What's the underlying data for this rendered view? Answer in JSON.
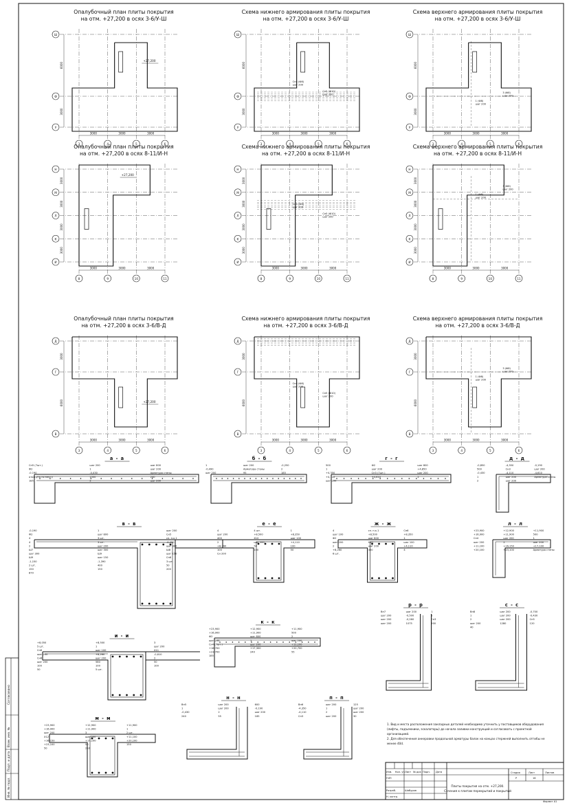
{
  "plans": [
    {
      "title": [
        "Опалубочный план плиты покрытия",
        "на отм. +27,200 в осях 3-6/У-Ш"
      ],
      "axes_x": [
        "3",
        "4",
        "5",
        "6"
      ],
      "axes_y": [
        "Ш",
        "Ф",
        "У"
      ],
      "mark": "+27,200",
      "spans": [
        "3000",
        "3000",
        "3000"
      ],
      "dims_y": [
        "6000",
        "3000"
      ]
    },
    {
      "title": [
        "Схема нижнего армирования плиты покрытия",
        "на отм. +27,200 в осях 3-6/У-Ш"
      ],
      "axes_x": [
        "3",
        "4",
        "5",
        "6"
      ],
      "axes_y": [
        "Ш",
        "Ф",
        "У"
      ],
      "spans": [
        "3000",
        "3000",
        "3000"
      ],
      "dims_y": [
        "6000",
        "3000"
      ]
    },
    {
      "title": [
        "Схема верхнего армирования плиты покрытия",
        "на отм. +27,200 в осях 3-6/У-Ш"
      ],
      "axes_x": [
        "3",
        "4",
        "5",
        "6"
      ],
      "axes_y": [
        "Ш",
        "Ф",
        "У"
      ],
      "spans": [
        "3000",
        "3000",
        "3000"
      ],
      "dims_y": [
        "6000",
        "3000"
      ]
    },
    {
      "title": [
        "Опалубочный план плиты покрытия",
        "на отм. +27,200 в осях 8-11/И-Н"
      ],
      "axes_x": [
        "8",
        "9",
        "10",
        "11"
      ],
      "axes_y": [
        "Н",
        "М",
        "Л",
        "К",
        "И"
      ],
      "mark": "+27,200",
      "spans": [
        "3000",
        "3000",
        "3000"
      ],
      "dims_y": [
        "3000",
        "3000",
        "3000",
        "3000"
      ]
    },
    {
      "title": [
        "Схема нижнего армирования плиты покрытия",
        "на отм. +27,200 в осях 8-11/И-Н"
      ],
      "axes_x": [
        "8",
        "9",
        "10",
        "11"
      ],
      "axes_y": [
        "Н",
        "М",
        "Л",
        "К",
        "И"
      ],
      "spans": [
        "3000",
        "3000",
        "3000"
      ],
      "dims_y": [
        "3000",
        "3000",
        "3000",
        "3000"
      ]
    },
    {
      "title": [
        "Схема верхнего армирования плиты покрытия",
        "на отм. +27,200 в осях 8-11/И-Н"
      ],
      "axes_x": [
        "8",
        "9",
        "10",
        "11"
      ],
      "axes_y": [
        "Н",
        "М",
        "Л",
        "К",
        "И"
      ],
      "spans": [
        "3000",
        "3000",
        "3000"
      ],
      "dims_y": [
        "3000",
        "3000",
        "3000",
        "3000"
      ]
    },
    {
      "title": [
        "Опалубочный план плиты покрытия",
        "на отм. +27,200 в осях 3-6/В-Д"
      ],
      "axes_x": [
        "3",
        "4",
        "5",
        "6"
      ],
      "axes_y": [
        "Д",
        "Г",
        "В"
      ],
      "mark": "+27,200",
      "spans": [
        "3000",
        "3000",
        "3000"
      ],
      "dims_y": [
        "3000",
        "6000"
      ]
    },
    {
      "title": [
        "Схема нижнего армирования плиты покрытия",
        "на отм. +27,200 в осях 3-6/В-Д"
      ],
      "axes_x": [
        "3",
        "4",
        "5",
        "6"
      ],
      "axes_y": [
        "Д",
        "Г",
        "В"
      ],
      "spans": [
        "3000",
        "3000",
        "3000"
      ],
      "dims_y": [
        "3000",
        "6000"
      ]
    },
    {
      "title": [
        "Схема верхнего армирования плиты покрытия",
        "на отм. +27,200 в осях 3-6/В-Д"
      ],
      "axes_x": [
        "3",
        "4",
        "5",
        "6"
      ],
      "axes_y": [
        "Д",
        "Г",
        "В"
      ],
      "spans": [
        "3000",
        "3000",
        "3000"
      ],
      "dims_y": [
        "3000",
        "6000"
      ]
    }
  ],
  "rebar_labels": {
    "bottom_a": [
      "Сн4 (Ф8)",
      "шаг 200"
    ],
    "bottom_b": [
      "Сн5 (Ф10)",
      "шаг 200"
    ],
    "top_a": [
      "1 (Ф8)",
      "шаг 200"
    ],
    "top_b": [
      "3 (Ф8)",
      "шаг 200"
    ]
  },
  "sections": {
    "a": {
      "title": "а - а",
      "labels": [
        "Сн5 (7шт.)",
        "шаг 200",
        "шаг 800",
        "Ф2",
        "1",
        "шаг 200",
        "-0,190",
        "-0,430",
        "Арматура стены",
        "отогнуть по месту",
        "1500",
        "240",
        "185",
        "2",
        "шаг 200"
      ]
    },
    "b": {
      "title": "б - б",
      "labels": [
        "1",
        "шаг 200",
        "-0,250",
        "-0,490",
        "Арматура стены",
        "2",
        "шаг 200",
        "95",
        "185"
      ]
    },
    "g": {
      "title": "г - г",
      "labels": [
        "500",
        "Ф2",
        "шаг 800",
        "1",
        "шаг 200",
        "+4,850",
        "+4,350",
        "Сн3 (7шт.)",
        "шаг 200",
        "+4,110",
        "+4,610",
        "2",
        "шаг 200"
      ]
    },
    "d": {
      "title": "д - д",
      "labels": [
        "-0,850",
        "-4,350",
        "-0,190",
        "500",
        "Сн3",
        "шаг 200",
        "-0,430",
        "-4,110",
        "-4,610",
        "1",
        "шаг 200",
        "Арматура стены",
        "2",
        "шаг 200"
      ]
    },
    "v": {
      "title": "в - в",
      "labels": [
        "-0,190",
        "1",
        "шаг 200",
        "Ф2",
        "шаг 800",
        "Сн5",
        "4",
        "3 шт.",
        "сп. п.к.1",
        "4",
        "3 шт.",
        "-0,430",
        "2",
        "шаг 200",
        "шаг 300",
        "Ш7",
        "шаг 300",
        "Ш8",
        "шаг 300",
        "Ш9",
        "шаг 150",
        "Ш9",
        "шаг 150",
        "Сн8",
        "-1,150",
        "-1,390",
        "3 шт.",
        "2 шт.",
        "400",
        "50",
        "150",
        "150",
        "200",
        "870"
      ]
    },
    "e": {
      "title": "е - е",
      "labels": [
        "4",
        "4 шт.",
        "1",
        "шаг 200",
        "+8,500",
        "+8,350",
        "400",
        "X10",
        "шаг 100",
        "2",
        "шаг 200",
        "+4,110",
        "+8,260",
        "50",
        "100",
        "100",
        "100",
        "50",
        "Сн 200"
      ]
    },
    "zh": {
      "title": "ж - ж",
      "labels": [
        "4",
        "сп. п.к.1",
        "Сн6",
        "шаг 100",
        "+8,500",
        "+8,350",
        "Ф2",
        "шаг 800",
        "1",
        "шаг 200",
        "X10",
        "шаг 100",
        "2",
        "шаг 200",
        "+4,110",
        "+8,260",
        "400",
        "4",
        "6 шт."
      ]
    },
    "l": {
      "title": "л - л",
      "labels": [
        "+23,900",
        "+12,900",
        "+11,900",
        "+16,900",
        "+11,900",
        "500",
        "Сн4",
        "шаг 200",
        "1",
        "шаг 200",
        "2",
        "шаг 200",
        "+11,100",
        "+16,150",
        "+17,100",
        "+20,100",
        "+23,100",
        "Арматура стены"
      ]
    },
    "i": {
      "title": "и - и",
      "labels": [
        "+8,050",
        "+8,500",
        "3",
        "5 шт.",
        "1",
        "шаг 200",
        "Сн6",
        "шаг 100",
        "X11",
        "шаг 200",
        "+8,260",
        "-0,610",
        "Сн6",
        "шаг 200",
        "2",
        "шаг 200",
        "580",
        "50",
        "100",
        "100",
        "100",
        "50",
        "5 шт."
      ]
    },
    "k": {
      "title": "к - к",
      "labels": [
        "+23,900",
        "+12,900",
        "+11,900",
        "+16,900",
        "+11,900",
        "500",
        "Ф2",
        "шаг 800",
        "2",
        "шаг 200",
        "1",
        "шаг 200",
        "Сн4 (7шт.)",
        "шаг 200",
        "+11,100",
        "+16,700",
        "+17,300",
        "+20,700",
        "+23,700",
        "240",
        "55",
        "185"
      ]
    },
    "r": {
      "title": "р - р",
      "labels": [
        "Вн7",
        "шаг 200",
        "1",
        "шаг 200",
        "-0,500",
        "2",
        "шаг 200",
        "-0,260",
        "Сн3",
        "шаг 200",
        "1075",
        "200"
      ]
    },
    "s": {
      "title": "с - с",
      "labels": [
        "Вн8",
        "шаг 200",
        "-0,700",
        "1",
        "шаг 200",
        "-0,430",
        "2",
        "шаг 200",
        "Сн5",
        "шаг 200",
        "1280",
        "120",
        "40"
      ]
    },
    "m": {
      "title": "м - м",
      "labels": [
        "+23,900",
        "+12,900",
        "+11,900",
        "+16,900",
        "+11,900",
        "1",
        "шаг 200",
        "3",
        "2 шт.",
        "X12",
        "шаг 200",
        "+11,100",
        "+16,150",
        "+17,100",
        "+20,100",
        "+23,100",
        "50",
        "150",
        "50",
        "250"
      ]
    },
    "n": {
      "title": "н - н",
      "labels": [
        "Вн5",
        "шаг 200",
        "600",
        "1",
        "шаг 200",
        "-0,190",
        "-0,430",
        "2",
        "шаг 200",
        "240",
        "55",
        "185"
      ]
    },
    "p": {
      "title": "п - п",
      "labels": [
        "Вн6",
        "шаг 200",
        "125",
        "-4,350",
        "1",
        "шаг 200",
        "-4,110",
        "2",
        "шаг 200",
        "Сн3",
        "шаг 200",
        "30"
      ]
    }
  },
  "notes": [
    "1. Вид и места расположения закладных деталей необходимо уточнить у поставщиков оборудования",
    "(лифты, подъемники, эскалаторы) до начала заливки конструкций и согласовать с проектной",
    "организацией.",
    "2. Для обеспечения анкеровки продольной арматуры балок на концах стержней выполнить отгибы не",
    "менее 40d."
  ],
  "stamp": {
    "header_cells": [
      "Изм.",
      "Кол. уч.",
      "Лист",
      "№ док",
      "Подп.",
      "Дата"
    ],
    "roles": [
      "ГИП",
      "Разраб.",
      "Н. контр."
    ],
    "developer": "Шабуров",
    "stage_headers": [
      "Стадия",
      "Лист",
      "Листов"
    ],
    "stage": "Р",
    "sheet_no": "16",
    "drawing_title": [
      "Плиты покрытия на отм. +27,200.",
      "Сечения к плитам перекрытий и покрытий"
    ],
    "format": "Формат А1"
  },
  "side_stamp": [
    "Согласовано",
    "Инв. № подл.",
    "Подп. и дата",
    "Взам. инв. №"
  ]
}
